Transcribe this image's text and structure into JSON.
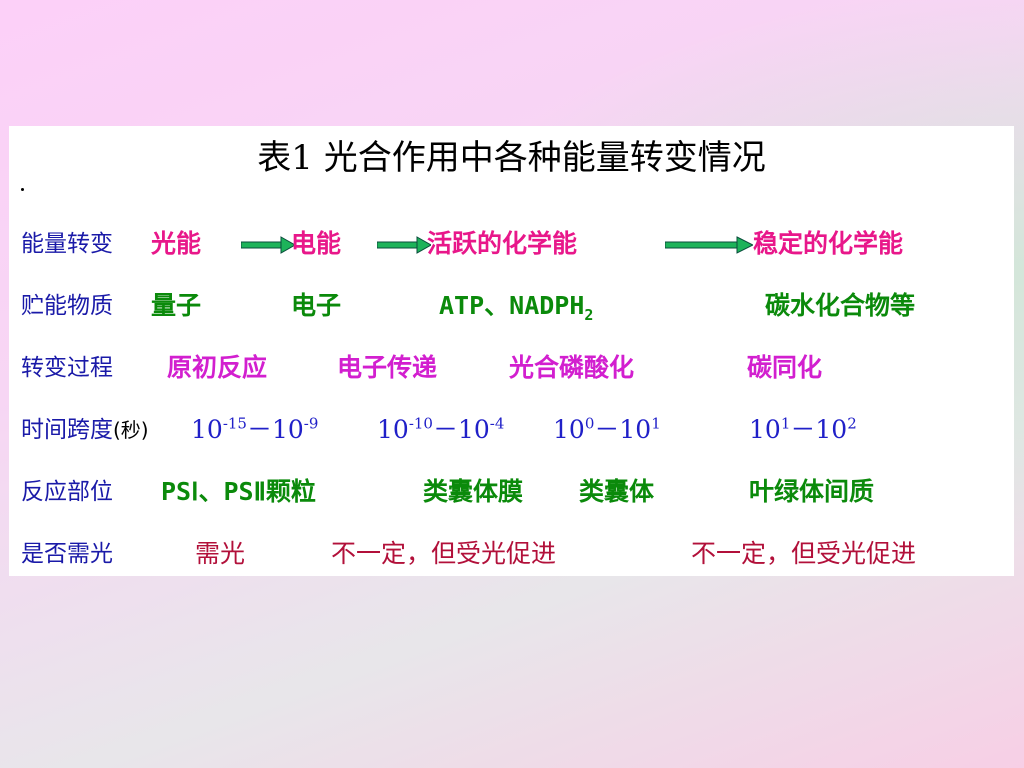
{
  "title": "表1  光合作用中各种能量转变情况",
  "colors": {
    "row_label": "#1a1aa8",
    "pink": "#e8178a",
    "green": "#0b8a0b",
    "magenta": "#d21fcf",
    "blue": "#2020c8",
    "crimson": "#b2103a",
    "arrow_fill": "#1db35a"
  },
  "rows": {
    "energy": {
      "label": "能量转变",
      "items": [
        "光能",
        "电能",
        "活跃的化学能",
        "稳定的化学能"
      ]
    },
    "storage": {
      "label": "贮能物质",
      "items": [
        "量子",
        "电子",
        "ATP、NADPH",
        "碳水化合物等"
      ],
      "nadph_sub": "2"
    },
    "process": {
      "label": "转变过程",
      "items": [
        "原初反应",
        "电子传递",
        "光合磷酸化",
        "碳同化"
      ]
    },
    "time": {
      "label": "时间跨度",
      "label_unit": "(秒)",
      "dash": "－",
      "base": "10",
      "ranges": [
        {
          "from_exp": "-15",
          "to_exp": "-9"
        },
        {
          "from_exp": "-10",
          "to_exp": "-4"
        },
        {
          "from_exp": "0",
          "to_exp": "1"
        },
        {
          "from_exp": "1",
          "to_exp": "2"
        }
      ]
    },
    "site": {
      "label": "反应部位",
      "items": [
        "PSⅠ、PSⅡ颗粒",
        "类囊体膜",
        "类囊体",
        "叶绿体间质"
      ]
    },
    "light": {
      "label": "是否需光",
      "items": [
        "需光",
        "不一定，但受光促进",
        "不一定，但受光促进"
      ]
    }
  }
}
